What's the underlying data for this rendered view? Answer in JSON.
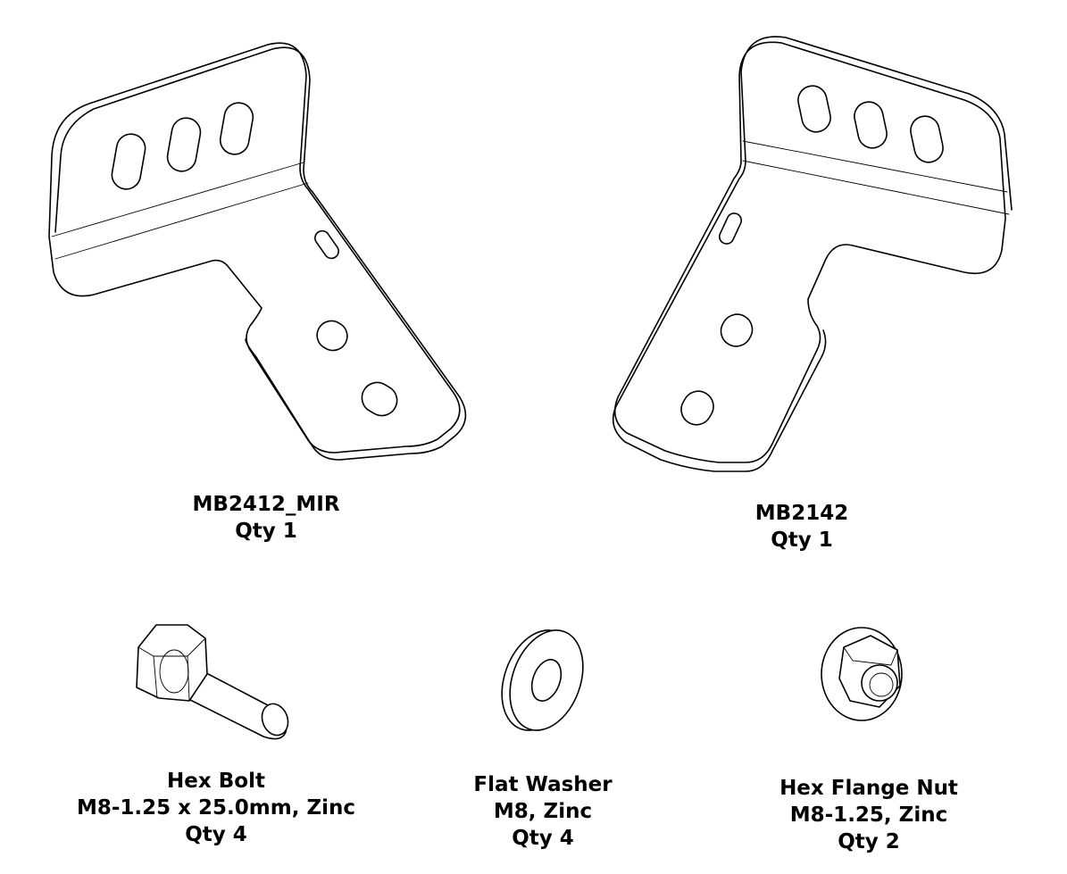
{
  "parts": [
    {
      "name": "MB2412_MIR",
      "qty": "Qty 1"
    },
    {
      "name": "MB2142",
      "qty": "Qty 1"
    },
    {
      "name": "Hex Bolt",
      "spec": "M8-1.25 x 25.0mm, Zinc",
      "qty": "Qty 4"
    },
    {
      "name": "Flat Washer",
      "spec": "M8, Zinc",
      "qty": "Qty 4"
    },
    {
      "name": "Hex Flange Nut",
      "spec": "M8-1.25, Zinc",
      "qty": "Qty 2"
    }
  ],
  "colors": {
    "line": "#000000",
    "background": "#ffffff"
  }
}
